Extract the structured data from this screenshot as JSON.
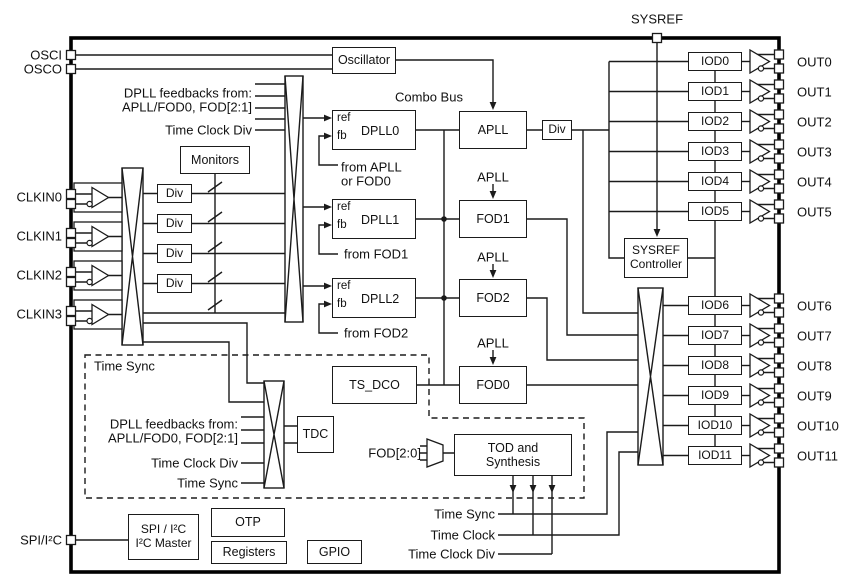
{
  "pins": {
    "sysref": "SYSREF",
    "osci": "OSCI",
    "osco": "OSCO",
    "clkins": [
      "CLKIN0",
      "CLKIN1",
      "CLKIN2",
      "CLKIN3"
    ],
    "spi": "SPI/I²C",
    "outs": [
      "OUT0",
      "OUT1",
      "OUT2",
      "OUT3",
      "OUT4",
      "OUT5",
      "OUT6",
      "OUT7",
      "OUT8",
      "OUT9",
      "OUT10",
      "OUT11"
    ]
  },
  "blocks": {
    "oscillator": "Oscillator",
    "monitors": "Monitors",
    "clkin_div": "Div",
    "dplls": [
      "DPLL0",
      "DPLL1",
      "DPLL2"
    ],
    "ref": "ref",
    "fb": "fb",
    "apll": "APLL",
    "apll_div": "Div",
    "fods": [
      "FOD1",
      "FOD2",
      "FOD0"
    ],
    "ts_dco": "TS_DCO",
    "tdc": "TDC",
    "sysref_controller": [
      "SYSREF",
      "Controller"
    ],
    "tod": [
      "TOD and",
      "Synthesis"
    ],
    "otp": "OTP",
    "registers": "Registers",
    "gpio": "GPIO",
    "spi_block": [
      "SPI / I²C",
      "I²C Master"
    ],
    "iods": [
      "IOD0",
      "IOD1",
      "IOD2",
      "IOD3",
      "IOD4",
      "IOD5",
      "IOD6",
      "IOD7",
      "IOD8",
      "IOD9",
      "IOD10",
      "IOD11"
    ]
  },
  "labels": {
    "combo_bus": "Combo Bus",
    "dpll_feedbacks": [
      "DPLL feedbacks from:",
      "APLL/FOD0, FOD[2:1]"
    ],
    "time_clock_div": "Time Clock Div",
    "time_sync": "Time Sync",
    "time_clock": "Time Clock",
    "from_apll": [
      "from APLL",
      "or FOD0"
    ],
    "from_fod1": "from FOD1",
    "from_fod2": "from FOD2",
    "apll_feed": "APLL",
    "fod_bus": "FOD[2:0]"
  }
}
